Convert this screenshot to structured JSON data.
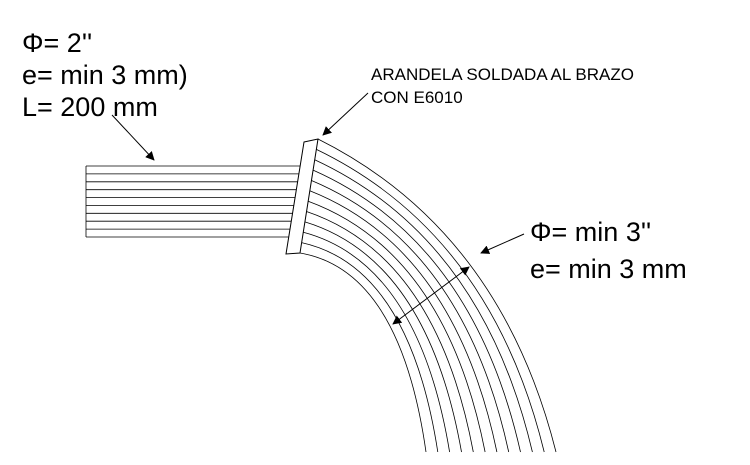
{
  "pipe_spec": {
    "diameter": "Φ= 2''",
    "thickness": "e= min 3 mm)",
    "length": "L= 200 mm"
  },
  "washer_note": {
    "line1": "ARANDELA SOLDADA AL BRAZO",
    "line2": "CON E6010"
  },
  "arm_spec": {
    "diameter": "Φ= min 3''",
    "thickness": "e=  min 3 mm"
  },
  "colors": {
    "line": "#000000",
    "background": "#ffffff"
  }
}
